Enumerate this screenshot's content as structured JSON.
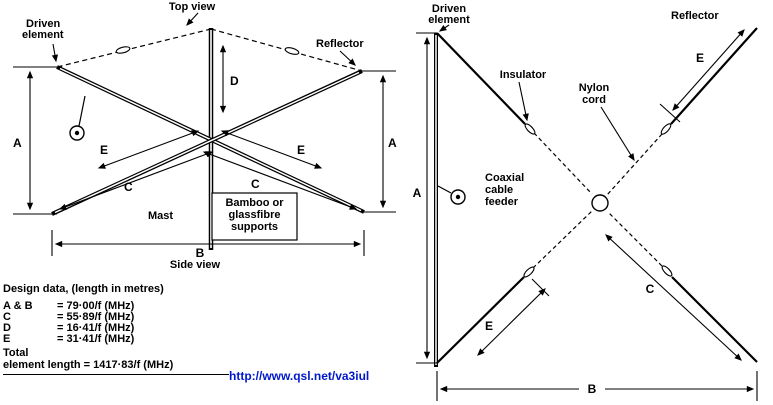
{
  "labels": {
    "top_view": "Top view",
    "side_view": "Side view",
    "driven_line1": "Driven",
    "driven_line2": "element",
    "reflector": "Reflector",
    "mast": "Mast",
    "supports_line1": "Bamboo or",
    "supports_line2": "glassfibre",
    "supports_line3": "supports",
    "insulator": "Insulator",
    "nylon_line1": "Nylon",
    "nylon_line2": "cord",
    "coax_line1": "Coaxial",
    "coax_line2": "cable",
    "coax_line3": "feeder"
  },
  "dims": {
    "A": "A",
    "B": "B",
    "C": "C",
    "D": "D",
    "E": "E"
  },
  "design_data": {
    "title": "Design data, (length in metres)",
    "rows": [
      {
        "name": "A & B",
        "value": "= 79·00/f (MHz)"
      },
      {
        "name": "C",
        "value": "= 55·89/f (MHz)"
      },
      {
        "name": "D",
        "value": "= 16·41/f (MHz)"
      },
      {
        "name": "E",
        "value": "= 31·41/f (MHz)"
      }
    ],
    "total_label": "Total",
    "total_value": "element length = 1417·83/f (MHz)"
  },
  "link": {
    "text": "http://www.qsl.net/va3iul",
    "color": "#0018cc"
  }
}
